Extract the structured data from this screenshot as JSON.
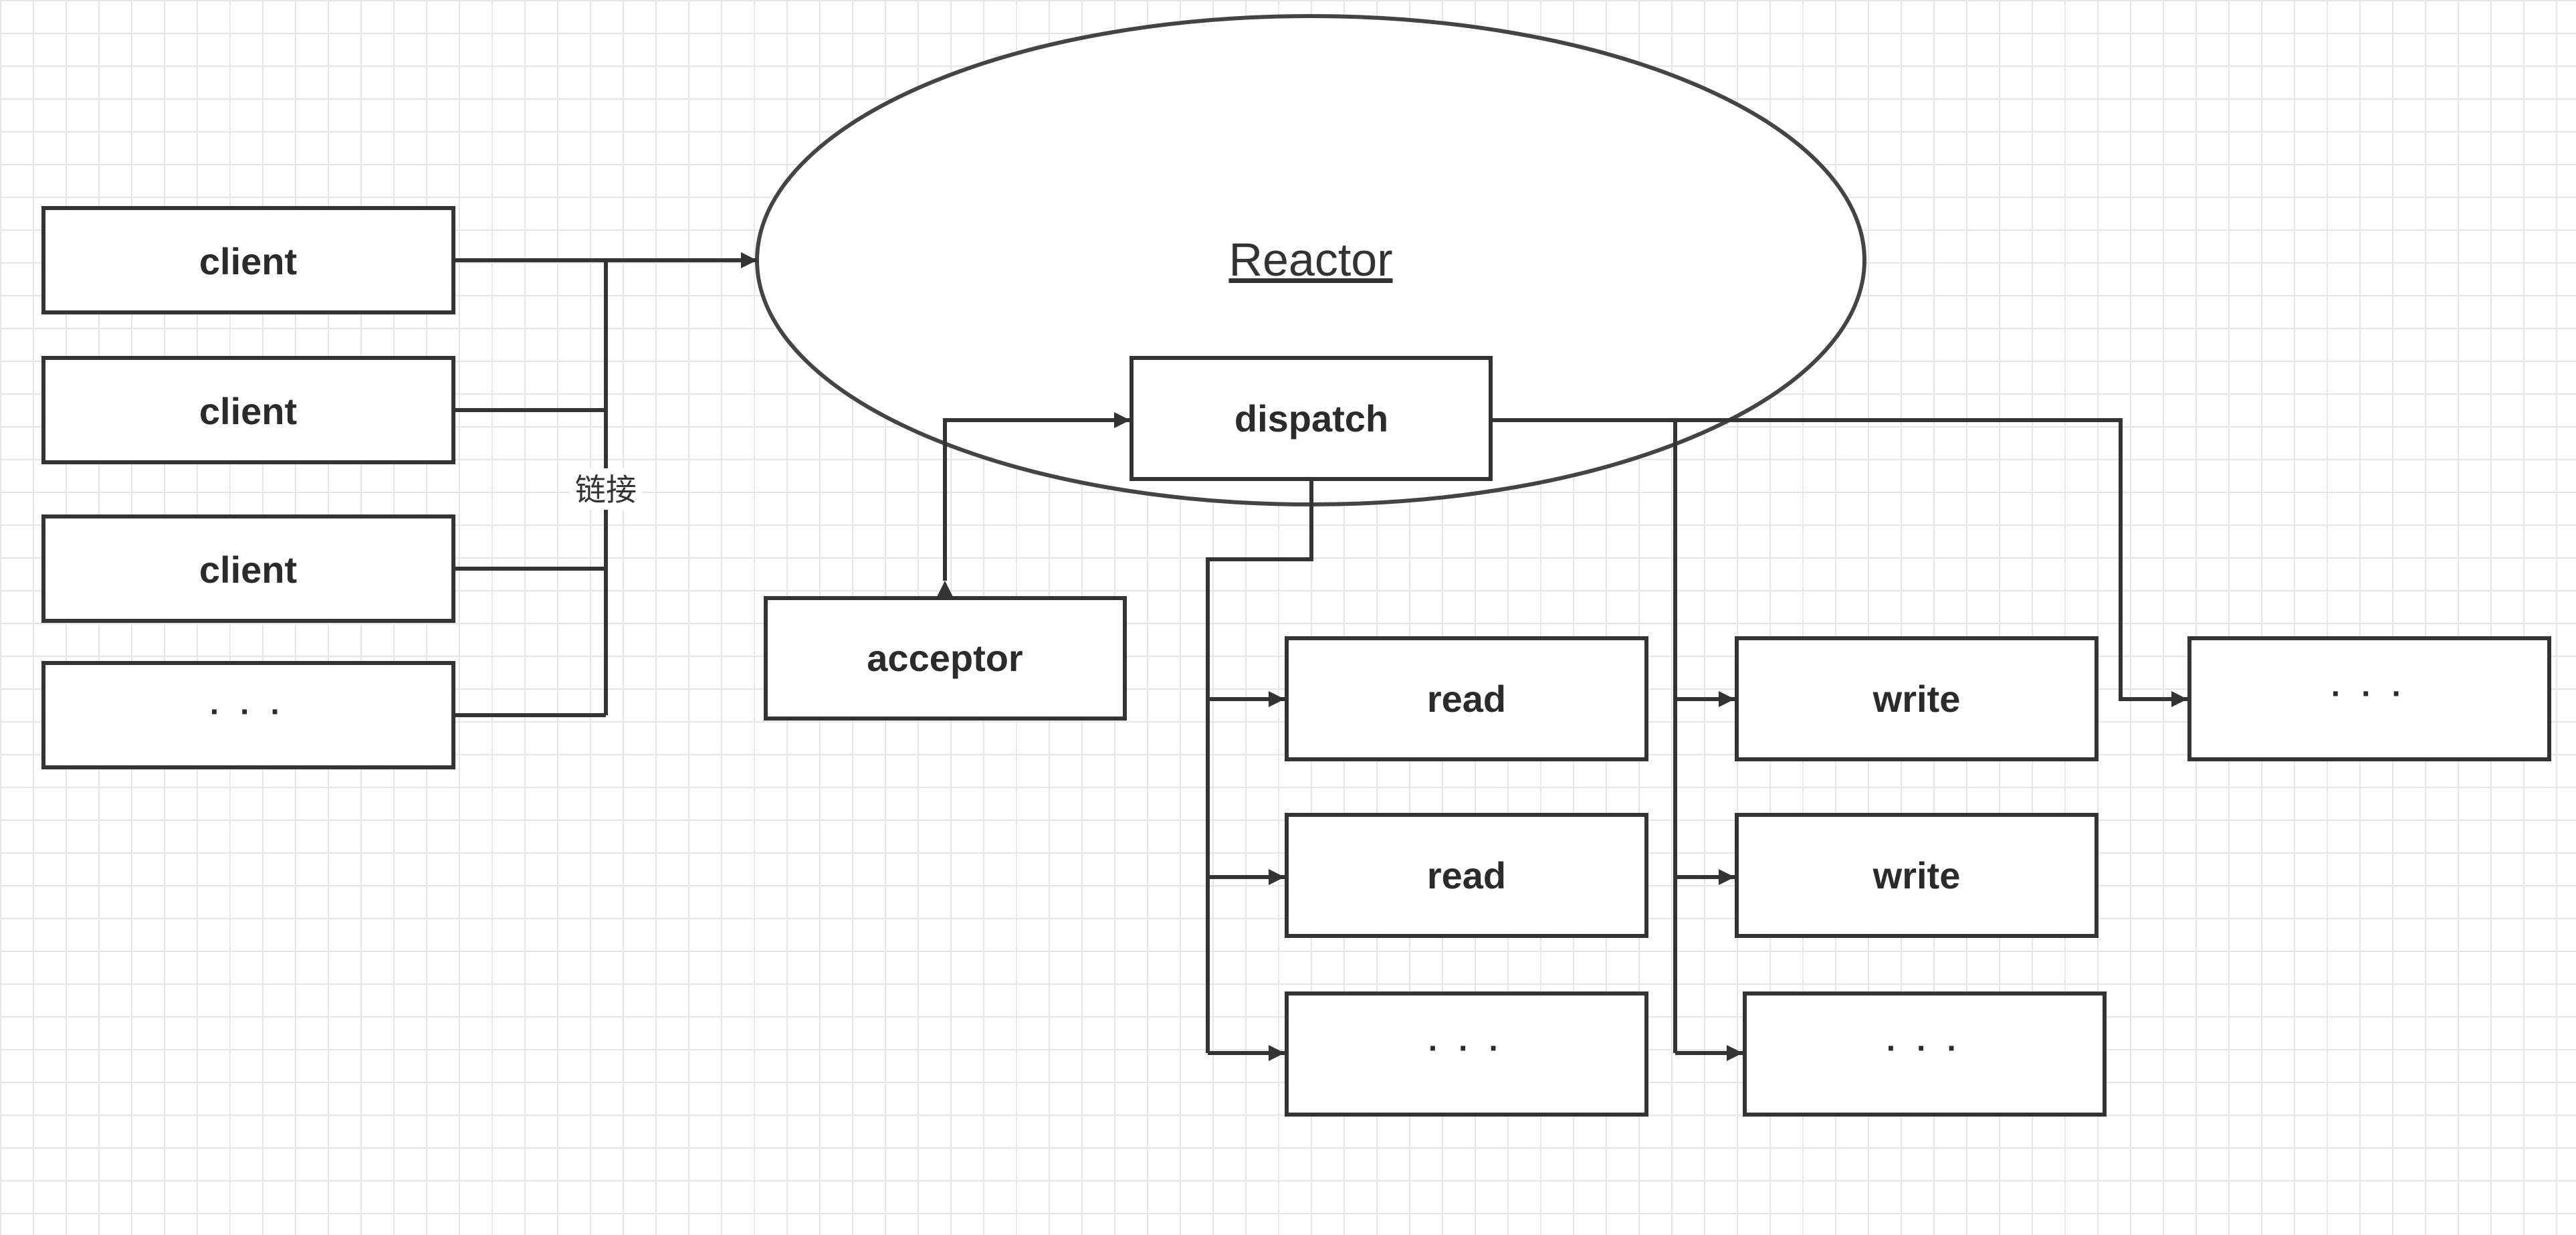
{
  "colors": {
    "stroke": "#333333",
    "text": "#2b2b2b",
    "grid": "#e6e6e6",
    "background": "#ffffff"
  },
  "reactor": {
    "label": "Reactor"
  },
  "dispatch": {
    "label": "dispatch"
  },
  "acceptor": {
    "label": "acceptor"
  },
  "clients": [
    {
      "label": "client"
    },
    {
      "label": "client"
    },
    {
      "label": "client"
    },
    {
      "label": "· · ·"
    }
  ],
  "connection_label": "链接",
  "read_handlers": [
    {
      "label": "read"
    },
    {
      "label": "read"
    },
    {
      "label": "· · ·"
    }
  ],
  "write_handlers": [
    {
      "label": "write"
    },
    {
      "label": "write"
    },
    {
      "label": "· · ·"
    }
  ],
  "other_handler": {
    "label": "· · ·"
  }
}
